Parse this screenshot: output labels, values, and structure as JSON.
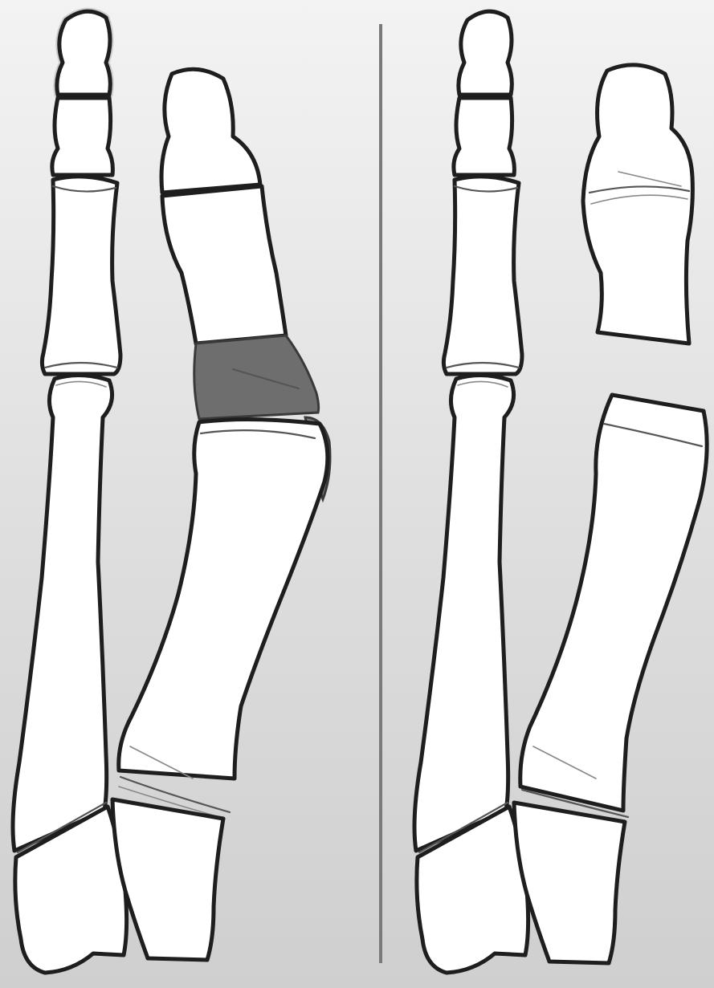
{
  "figure": {
    "panels": [
      {
        "id": "before",
        "description_hidden": true
      },
      {
        "id": "after",
        "description_hidden": true
      }
    ]
  },
  "colors": {
    "background_top": "#f3f3f3",
    "background_bottom": "#cfcfcf",
    "bone_fill": "#ffffff",
    "outline": "#1e1e1e",
    "resection_wedge": "#6e6e6e",
    "divider": "#7a7a7a"
  },
  "icons": [
    "bone-illustration"
  ]
}
